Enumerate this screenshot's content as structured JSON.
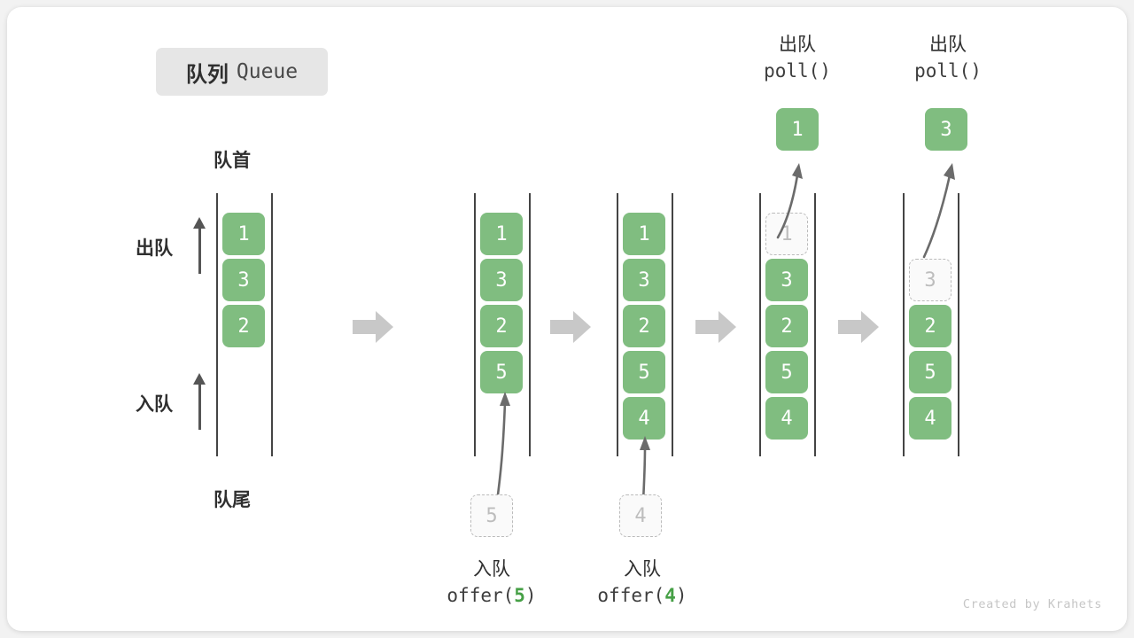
{
  "diagram": {
    "title_cn": "队列",
    "title_en": "Queue",
    "head_label": "队首",
    "tail_label": "队尾",
    "dequeue_label": "出队",
    "enqueue_label": "入队",
    "credit": "Created by Krahets",
    "colors": {
      "cell_fill": "#80bd80",
      "cell_text": "#ffffff",
      "ghost_fill": "#fafafa",
      "ghost_text": "#bdbdbd",
      "ghost_border": "#bbbbbb",
      "rail": "#444444",
      "arrow": "#6b6b6b",
      "step_arrow": "#c8c8c8",
      "chip_bg": "#e6e6e6",
      "accent_green": "#46a046",
      "text": "#2f2f2f",
      "credit": "#c6c6c6",
      "card_bg": "#ffffff",
      "page_bg": "#f2f2f2"
    },
    "columns": [
      {
        "id": "col-initial",
        "cells": [
          {
            "value": "1",
            "state": "solid"
          },
          {
            "value": "3",
            "state": "solid"
          },
          {
            "value": "2",
            "state": "solid"
          }
        ]
      },
      {
        "id": "col-after-offer-5",
        "cells": [
          {
            "value": "1",
            "state": "solid"
          },
          {
            "value": "3",
            "state": "solid"
          },
          {
            "value": "2",
            "state": "solid"
          },
          {
            "value": "5",
            "state": "solid"
          }
        ],
        "incoming": {
          "value": "5",
          "state": "ghost"
        },
        "caption": {
          "line1": "入队",
          "op": "offer(",
          "arg": "5",
          "close": ")"
        }
      },
      {
        "id": "col-after-offer-4",
        "cells": [
          {
            "value": "1",
            "state": "solid"
          },
          {
            "value": "3",
            "state": "solid"
          },
          {
            "value": "2",
            "state": "solid"
          },
          {
            "value": "5",
            "state": "solid"
          },
          {
            "value": "4",
            "state": "solid"
          }
        ],
        "incoming": {
          "value": "4",
          "state": "ghost"
        },
        "caption": {
          "line1": "入队",
          "op": "offer(",
          "arg": "4",
          "close": ")"
        }
      },
      {
        "id": "col-after-poll-1",
        "cells": [
          {
            "value": "1",
            "state": "ghost"
          },
          {
            "value": "3",
            "state": "solid"
          },
          {
            "value": "2",
            "state": "solid"
          },
          {
            "value": "5",
            "state": "solid"
          },
          {
            "value": "4",
            "state": "solid"
          }
        ],
        "outgoing": {
          "value": "1",
          "state": "solid"
        },
        "caption_top": {
          "line1": "出队",
          "op": "poll()"
        }
      },
      {
        "id": "col-after-poll-3",
        "cells": [
          {
            "value": "",
            "state": "empty"
          },
          {
            "value": "3",
            "state": "ghost"
          },
          {
            "value": "2",
            "state": "solid"
          },
          {
            "value": "5",
            "state": "solid"
          },
          {
            "value": "4",
            "state": "solid"
          }
        ],
        "outgoing": {
          "value": "3",
          "state": "solid"
        },
        "caption_top": {
          "line1": "出队",
          "op": "poll()"
        }
      }
    ],
    "step_arrows": 4
  }
}
